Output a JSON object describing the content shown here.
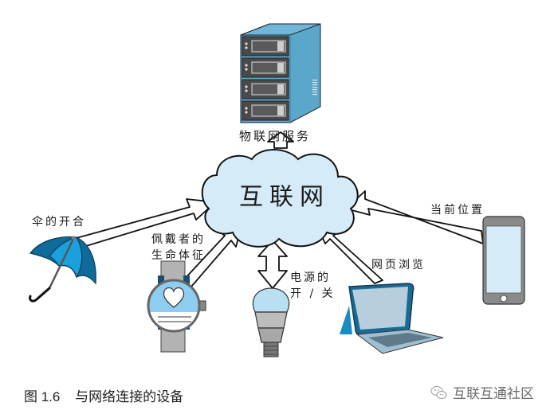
{
  "diagram": {
    "center_node": {
      "label": "互联网",
      "icon": "cloud-icon"
    },
    "server": {
      "label": "物联网服务",
      "icon": "server-icon"
    },
    "devices": [
      {
        "id": "umbrella",
        "label": "伞的开合",
        "icon": "umbrella-icon",
        "direction": "to-internet"
      },
      {
        "id": "smartwatch",
        "label_line1": "佩戴者的",
        "label_line2": "生命体征",
        "icon": "smartwatch-icon",
        "direction": "to-internet"
      },
      {
        "id": "lightbulb",
        "label_line1": "电源的",
        "label_line2": "开 / 关",
        "icon": "lightbulb-icon",
        "direction": "bidirectional"
      },
      {
        "id": "laptop",
        "label": "网页浏览",
        "icon": "laptop-icon",
        "direction": "to-internet"
      },
      {
        "id": "smartphone",
        "label": "当前位置",
        "icon": "smartphone-icon",
        "direction": "to-internet"
      }
    ],
    "server_link": {
      "direction": "bidirectional"
    }
  },
  "caption": {
    "figure_number": "图 1.6",
    "text": "与网络连接的设备"
  },
  "watermark": {
    "text": "互联互通社区",
    "icon": "wechat-icon"
  },
  "colors": {
    "cloud_fill": "#d6ebf8",
    "server_blue": "#5ba7cc",
    "umbrella_dark": "#0f6b9a",
    "umbrella_light": "#1aa0dc",
    "watch_face": "#8dcdef",
    "strap_gray": "#b3b3b3",
    "laptop_frame": "#1b6a94",
    "laptop_screen": "#b7cfdd",
    "phone_body": "#8a8a8a",
    "phone_screen": "#d6ebf8"
  }
}
